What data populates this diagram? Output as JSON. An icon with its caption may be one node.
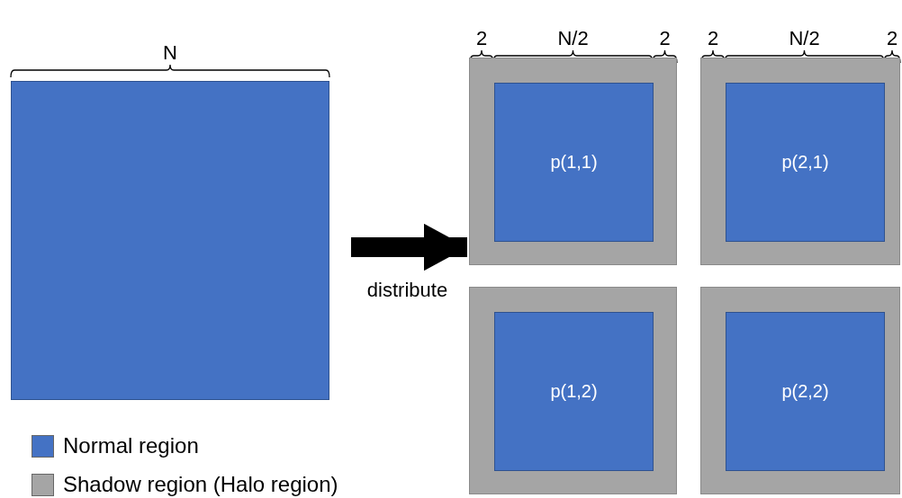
{
  "diagram": {
    "nodes": [
      {
        "text": [],
        "shape": "box"
      },
      {
        "text": [],
        "shape": "box"
      },
      {
        "text": [
          "p(1,1)"
        ],
        "in": 1
      },
      {
        "text": [],
        "shape": "box"
      },
      {
        "text": [
          "p(2,1)"
        ],
        "in": 3
      },
      {
        "text": [],
        "shape": "box"
      },
      {
        "text": [
          "p(1,2)"
        ],
        "in": 5
      },
      {
        "text": [],
        "shape": "box"
      },
      {
        "text": [
          "p(2,2)"
        ],
        "in": 7
      }
    ],
    "edges": [
      {
        "from": 0,
        "to": 1,
        "arrow": "to",
        "label": "distribute"
      }
    ],
    "labels": [
      "N",
      "2",
      "N/2",
      "2",
      "2",
      "N/2",
      "2"
    ],
    "legend": [
      {
        "text": "Normal region",
        "color": "#4472c4"
      },
      {
        "text": "Shadow region (Halo region)",
        "color": "#a5a5a5"
      }
    ]
  }
}
